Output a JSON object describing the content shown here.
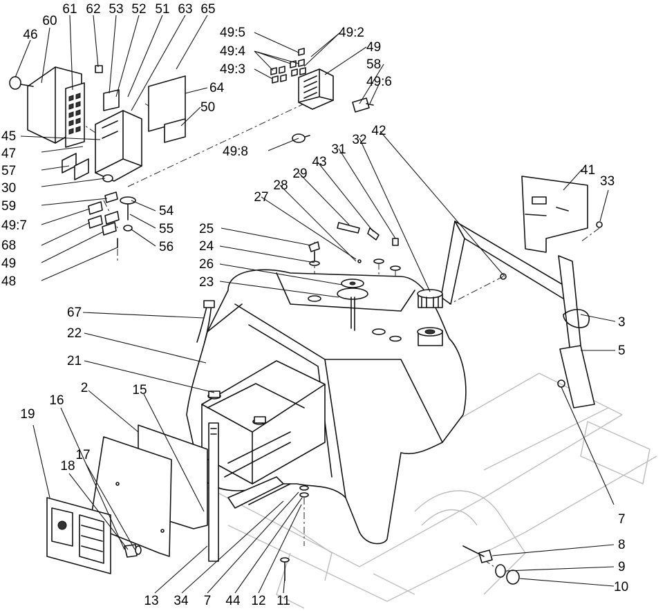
{
  "callouts": [
    {
      "id": "46",
      "text": "46"
    },
    {
      "id": "60",
      "text": "60"
    },
    {
      "id": "61",
      "text": "61"
    },
    {
      "id": "62",
      "text": "62"
    },
    {
      "id": "53",
      "text": "53"
    },
    {
      "id": "52",
      "text": "52"
    },
    {
      "id": "51",
      "text": "51"
    },
    {
      "id": "63",
      "text": "63"
    },
    {
      "id": "65",
      "text": "65"
    },
    {
      "id": "64",
      "text": "64"
    },
    {
      "id": "50",
      "text": "50"
    },
    {
      "id": "45",
      "text": "45"
    },
    {
      "id": "47",
      "text": "47"
    },
    {
      "id": "57",
      "text": "57"
    },
    {
      "id": "30",
      "text": "30"
    },
    {
      "id": "59",
      "text": "59"
    },
    {
      "id": "49_7",
      "text": "49:7"
    },
    {
      "id": "68",
      "text": "68"
    },
    {
      "id": "49a",
      "text": "49"
    },
    {
      "id": "48",
      "text": "48"
    },
    {
      "id": "54",
      "text": "54"
    },
    {
      "id": "55",
      "text": "55"
    },
    {
      "id": "56",
      "text": "56"
    },
    {
      "id": "49_5",
      "text": "49:5"
    },
    {
      "id": "49_4",
      "text": "49:4"
    },
    {
      "id": "49_3",
      "text": "49:3"
    },
    {
      "id": "49_2",
      "text": "49:2"
    },
    {
      "id": "49b",
      "text": "49"
    },
    {
      "id": "58",
      "text": "58"
    },
    {
      "id": "49_6",
      "text": "49:6"
    },
    {
      "id": "49_8",
      "text": "49:8"
    },
    {
      "id": "42",
      "text": "42"
    },
    {
      "id": "32",
      "text": "32"
    },
    {
      "id": "31",
      "text": "31"
    },
    {
      "id": "43",
      "text": "43"
    },
    {
      "id": "29",
      "text": "29"
    },
    {
      "id": "28",
      "text": "28"
    },
    {
      "id": "27",
      "text": "27"
    },
    {
      "id": "41",
      "text": "41"
    },
    {
      "id": "33",
      "text": "33"
    },
    {
      "id": "25",
      "text": "25"
    },
    {
      "id": "24",
      "text": "24"
    },
    {
      "id": "26",
      "text": "26"
    },
    {
      "id": "23",
      "text": "23"
    },
    {
      "id": "67",
      "text": "67"
    },
    {
      "id": "22",
      "text": "22"
    },
    {
      "id": "21",
      "text": "21"
    },
    {
      "id": "3",
      "text": "3"
    },
    {
      "id": "5",
      "text": "5"
    },
    {
      "id": "19",
      "text": "19"
    },
    {
      "id": "16",
      "text": "16"
    },
    {
      "id": "2",
      "text": "2"
    },
    {
      "id": "15",
      "text": "15"
    },
    {
      "id": "17",
      "text": "17"
    },
    {
      "id": "18",
      "text": "18"
    },
    {
      "id": "7a",
      "text": "7"
    },
    {
      "id": "8",
      "text": "8"
    },
    {
      "id": "9",
      "text": "9"
    },
    {
      "id": "10",
      "text": "10"
    },
    {
      "id": "13",
      "text": "13"
    },
    {
      "id": "34",
      "text": "34"
    },
    {
      "id": "7b",
      "text": "7"
    },
    {
      "id": "44",
      "text": "44"
    },
    {
      "id": "12",
      "text": "12"
    },
    {
      "id": "11",
      "text": "11"
    }
  ]
}
